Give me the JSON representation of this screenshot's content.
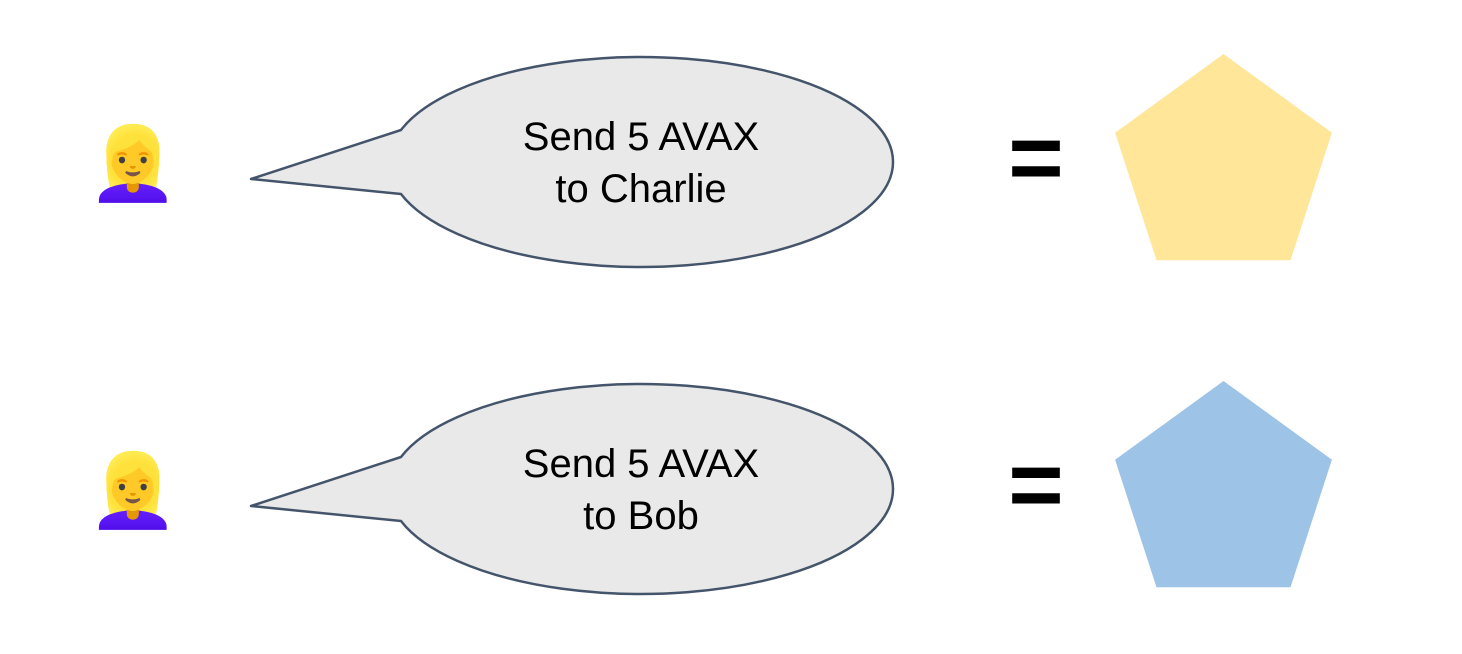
{
  "diagram": {
    "rows": [
      {
        "speaker": {
          "emoji": "👱‍♀️"
        },
        "bubble": {
          "line1": "Send 5 AVAX",
          "line2": "to Charlie"
        },
        "equals": "=",
        "pentagon": {
          "color": "#FFE699"
        }
      },
      {
        "speaker": {
          "emoji": "👱‍♀️"
        },
        "bubble": {
          "line1": "Send 5 AVAX",
          "line2": "to Bob"
        },
        "equals": "=",
        "pentagon": {
          "color": "#9DC3E6"
        }
      }
    ],
    "colors": {
      "bubble_fill": "#E9E9E9",
      "bubble_stroke": "#44546A",
      "pentagon_yellow": "#FFE699",
      "pentagon_blue": "#9DC3E6",
      "text": "#000000"
    }
  }
}
